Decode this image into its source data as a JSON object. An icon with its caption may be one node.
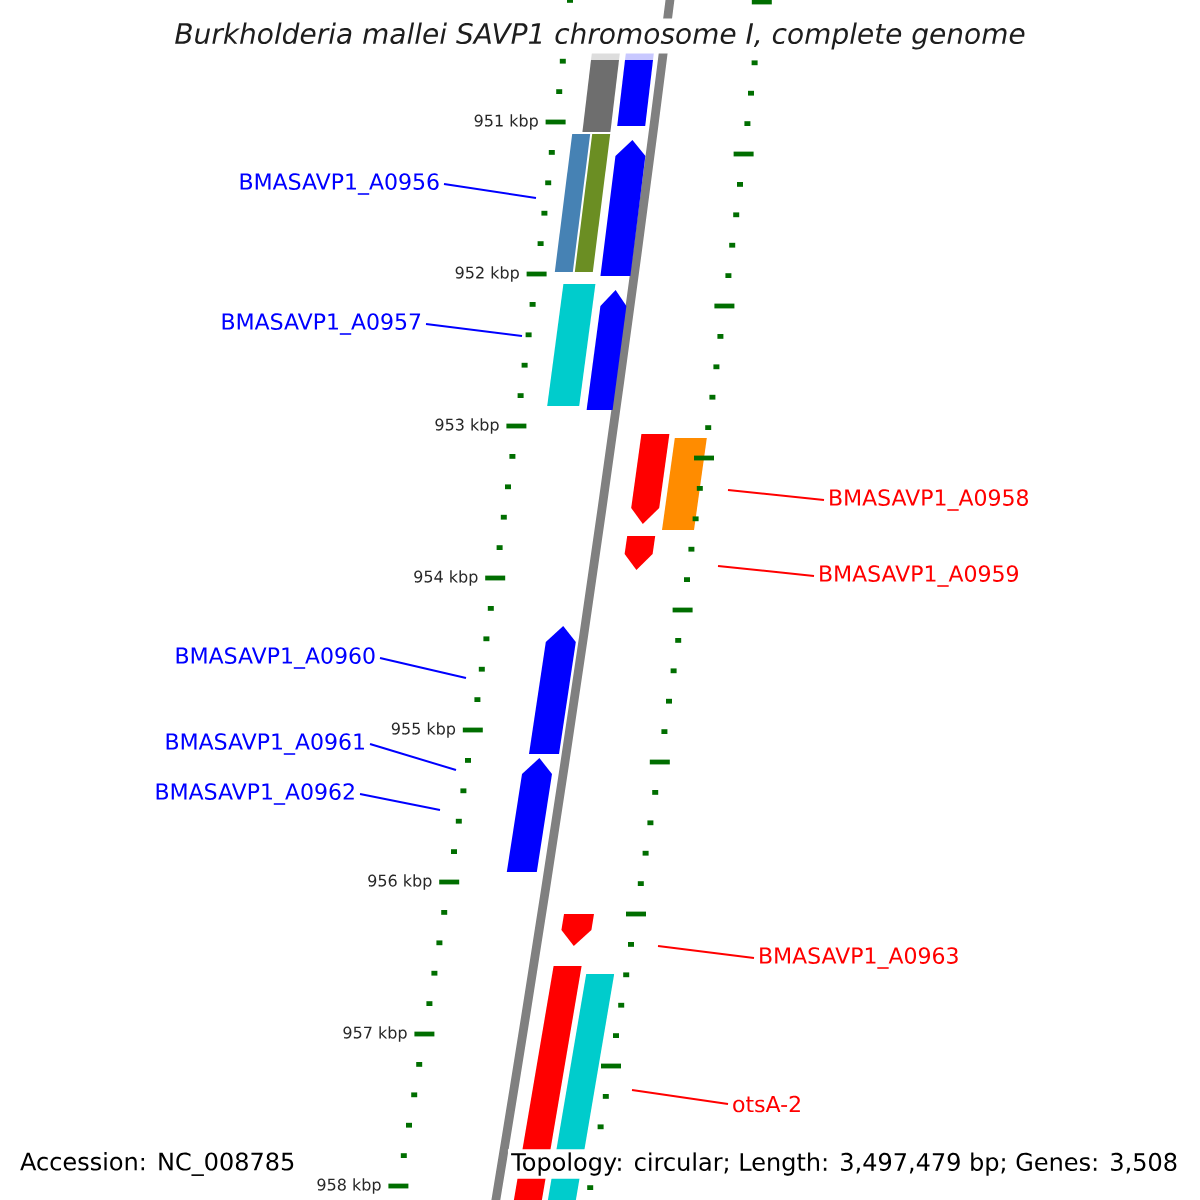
{
  "diagram": {
    "title": "*Burkholderia mallei* SAVP1 chromosome I, complete genome",
    "nodes": [
      {
        "text": [
          "BMASAVP1_A0956"
        ]
      },
      {
        "text": [
          "BMASAVP1_A0957"
        ]
      },
      {
        "text": [
          "BMASAVP1_A0958"
        ]
      },
      {
        "text": [
          "BMASAVP1_A0959"
        ]
      },
      {
        "text": [
          "BMASAVP1_A0960"
        ]
      },
      {
        "text": [
          "BMASAVP1_A0961"
        ]
      },
      {
        "text": [
          "BMASAVP1_A0962"
        ]
      },
      {
        "text": [
          "BMASAVP1_A0963"
        ]
      },
      {
        "text": [
          "otsA-2"
        ]
      }
    ],
    "edges": [
      {
        "from": 0,
        "to": null,
        "arrow": "none",
        "color": "#0000ff"
      },
      {
        "from": 1,
        "to": null,
        "arrow": "none",
        "color": "#0000ff"
      },
      {
        "from": 2,
        "to": null,
        "arrow": "none",
        "color": "#ff0000"
      },
      {
        "from": 3,
        "to": null,
        "arrow": "none",
        "color": "#ff0000"
      },
      {
        "from": 4,
        "to": null,
        "arrow": "none",
        "color": "#0000ff"
      },
      {
        "from": 5,
        "to": null,
        "arrow": "none",
        "color": "#0000ff"
      },
      {
        "from": 6,
        "to": null,
        "arrow": "none",
        "color": "#0000ff"
      },
      {
        "from": 7,
        "to": null,
        "arrow": "none",
        "color": "#ff0000"
      },
      {
        "from": 8,
        "to": null,
        "arrow": "none",
        "color": "#ff0000"
      }
    ],
    "labels": [
      "951 kbp",
      "952 kbp",
      "953 kbp",
      "954 kbp",
      "955 kbp",
      "956 kbp",
      "957 kbp",
      "Accession: NC_008785",
      "Topology: circular; Length: 3,497,479 bp; Genes: 3,508",
      "958 kbp"
    ]
  }
}
